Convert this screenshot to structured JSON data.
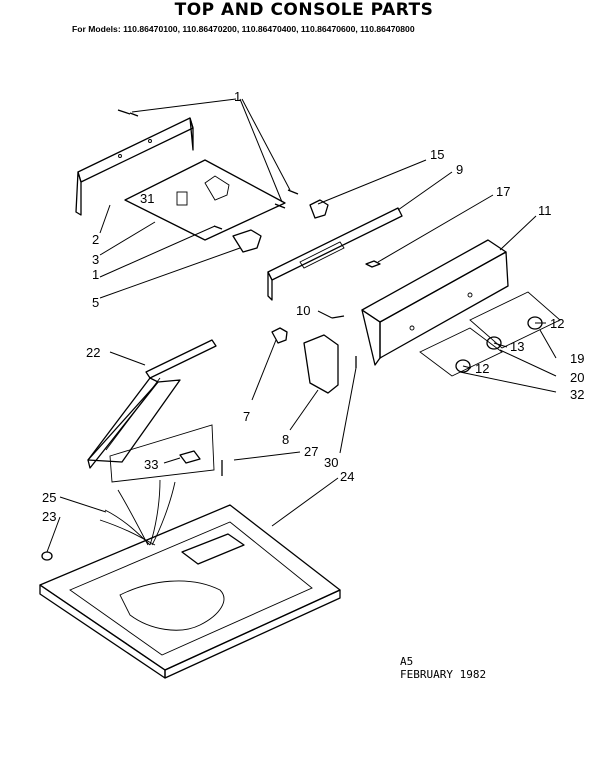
{
  "title": "TOP AND CONSOLE PARTS",
  "models": "For Models: 110.86470100, 110.86470200, 110.86470400, 110.86470600, 110.86470800",
  "labels": [
    "1",
    "1",
    "1",
    "2",
    "3",
    "5",
    "15",
    "9",
    "17",
    "11",
    "31",
    "10",
    "12",
    "13",
    "12",
    "19",
    "20",
    "32",
    "22",
    "7",
    "8",
    "27",
    "30",
    "24",
    "33",
    "25",
    "23"
  ],
  "footer": {
    "code": "A5",
    "date": "FEBRUARY 1982"
  }
}
